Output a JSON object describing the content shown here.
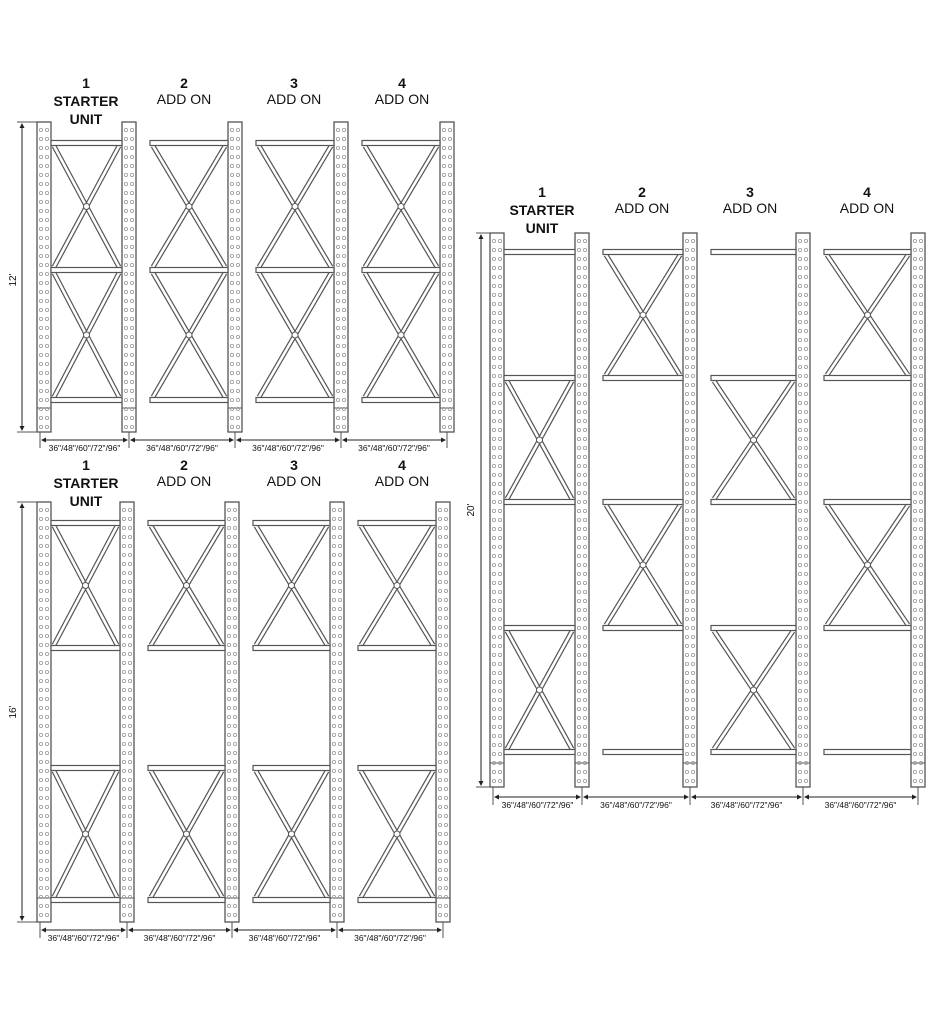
{
  "diagrams": [
    {
      "name": "rack-12ft",
      "height_label": "12'",
      "units": [
        {
          "number": "1",
          "title": "STARTER",
          "title2": "UNIT",
          "width_label": "36\"/48\"/60\"/72\"/96\"",
          "levels": [
            "X",
            "X"
          ]
        },
        {
          "number": "2",
          "title": "ADD ON",
          "width_label": "36\"/48\"/60\"/72\"/96\"",
          "levels": [
            "X",
            "X"
          ]
        },
        {
          "number": "3",
          "title": "ADD ON",
          "width_label": "36\"/48\"/60\"/72\"/96\"",
          "levels": [
            "X",
            "X"
          ]
        },
        {
          "number": "4",
          "title": "ADD ON",
          "width_label": "36\"/48\"/60\"/72\"/96\"",
          "levels": [
            "X",
            "X"
          ]
        }
      ]
    },
    {
      "name": "rack-16ft",
      "height_label": "16'",
      "units": [
        {
          "number": "1",
          "title": "STARTER",
          "title2": "UNIT",
          "width_label": "36\"/48\"/60\"/72\"/96\"",
          "levels": [
            "X",
            "gap",
            "X"
          ]
        },
        {
          "number": "2",
          "title": "ADD ON",
          "width_label": "36\"/48\"/60\"/72\"/96\"",
          "levels": [
            "X",
            "gap",
            "X"
          ]
        },
        {
          "number": "3",
          "title": "ADD ON",
          "width_label": "36\"/48\"/60\"/72\"/96\"",
          "levels": [
            "X",
            "gap",
            "X"
          ]
        },
        {
          "number": "4",
          "title": "ADD ON",
          "width_label": "36\"/48\"/60\"/72\"/96\"",
          "levels": [
            "X",
            "gap",
            "X"
          ]
        }
      ]
    },
    {
      "name": "rack-20ft",
      "height_label": "20'",
      "units": [
        {
          "number": "1",
          "title": "STARTER",
          "title2": "UNIT",
          "width_label": "36\"/48\"/60\"/72\"/96\"",
          "levels": [
            "H",
            "X",
            "H",
            "X"
          ]
        },
        {
          "number": "2",
          "title": "ADD ON",
          "width_label": "36\"/48\"/60\"/72\"/96\"",
          "levels": [
            "X",
            "H",
            "X",
            "H"
          ]
        },
        {
          "number": "3",
          "title": "ADD ON",
          "width_label": "36\"/48\"/60\"/72\"/96\"",
          "levels": [
            "H",
            "X",
            "H",
            "X"
          ]
        },
        {
          "number": "4",
          "title": "ADD ON",
          "width_label": "36\"/48\"/60\"/72\"/96\"",
          "levels": [
            "X",
            "H",
            "X",
            "H"
          ]
        }
      ]
    }
  ],
  "colors": {
    "line": "#555555",
    "hole": "#9a9a9a"
  }
}
